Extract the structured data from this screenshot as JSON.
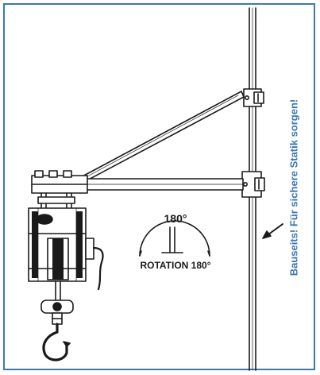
{
  "diagram": {
    "rotation_degrees": "180°",
    "rotation_caption": "ROTATION 180°",
    "side_note": "Bauseits! Für sichere Statik sorgen!"
  },
  "colors": {
    "frame": "#3b78b4",
    "note_text": "#3b78b4",
    "line_art": "#1a1a1a",
    "fill_light": "#ffffff",
    "fill_dark": "#1a1a1a"
  },
  "icons": [
    "hoist-drawing",
    "rotation-arc-icon",
    "arrow-icon",
    "hook-icon"
  ]
}
